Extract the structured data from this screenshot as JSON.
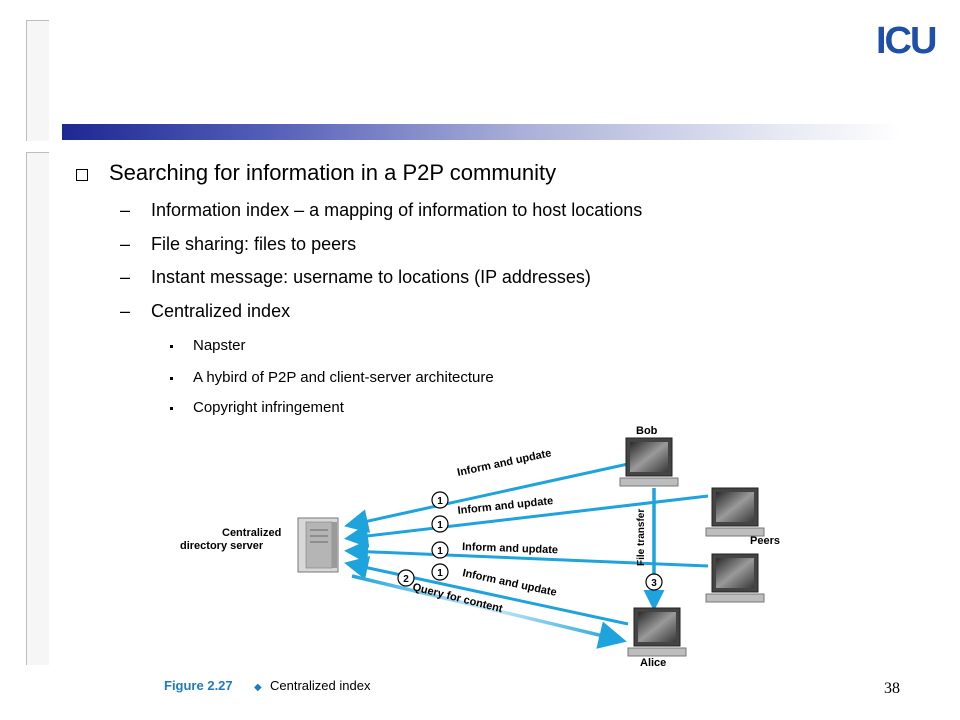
{
  "logo": {
    "text": "ICU"
  },
  "bullets": {
    "title": "Searching for information in a P2P community",
    "items": [
      "Information index – a mapping of information to host locations",
      "File sharing: files to peers",
      "Instant message: username to locations (IP addresses)",
      "Centralized index"
    ],
    "sub_items": [
      "Napster",
      "A hybird of P2P and client-server architecture",
      "Copyright infringement"
    ]
  },
  "diagram": {
    "server_label_1": "Centralized",
    "server_label_2": "directory server",
    "bob_label": "Bob",
    "peers_label": "Peers",
    "alice_label": "Alice",
    "inform_label": "Inform and update",
    "query_label": "Query for content",
    "file_transfer_label": "File transfer",
    "step_1": "1",
    "step_2": "2",
    "step_3": "3",
    "caption_fig": "Figure 2.27",
    "caption_sep": "◆",
    "caption_text": "Centralized index",
    "colors": {
      "arrow": "#1ea3dd",
      "fig": "#1f7bbf"
    }
  },
  "page_number": "38"
}
